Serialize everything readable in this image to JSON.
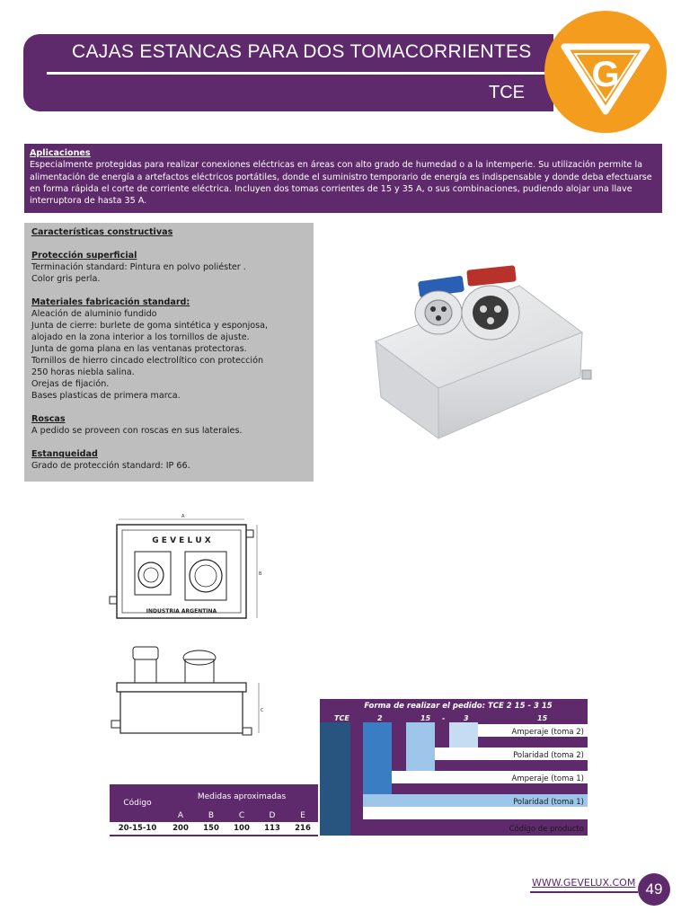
{
  "header": {
    "title": "CAJAS ESTANCAS PARA DOS TOMACORRIENTES",
    "code": "TCE",
    "logo_letter": "G"
  },
  "aplicaciones": {
    "heading": "Aplicaciones",
    "lines": [
      "Especialmente protegidas para realizar conexiones eléctricas en áreas con alto grado de humedad o a la intemperie. Su utilización permite la",
      "alimentación de energía a artefactos eléctricos portátiles, donde el suministro temporario de energía es indispensable y donde deba efectuarse",
      "en forma rápida el corte de corriente eléctrica. Incluyen dos tomas corrientes de 15 y 35 A, o sus combinaciones, pudiendo alojar una llave",
      "interruptora de hasta 35 A."
    ]
  },
  "caracteristicas": {
    "heading": "Características constructivas",
    "sections": [
      {
        "title": "Protección superficial",
        "lines": [
          "Terminación standard: Pintura en polvo poliéster .",
          "Color gris perla."
        ]
      },
      {
        "title": "Materiales fabricación standard:",
        "lines": [
          "Aleación de aluminio fundido",
          "Junta de cierre: burlete de goma sintética y esponjosa,",
          "alojado en la zona interior a los tornillos de ajuste.",
          "Junta de goma plana en las ventanas protectoras.",
          "Tornillos de hierro cincado electrolítico con protección",
          "250 horas niebla salina.",
          "Orejas de fijación.",
          "Bases plasticas de primera marca."
        ]
      },
      {
        "title": "Roscas",
        "lines": [
          "A pedido se proveen con roscas en sus laterales."
        ]
      },
      {
        "title": "Estanqueidad",
        "lines": [
          "Grado de protección standard: IP 66."
        ]
      }
    ]
  },
  "drawing": {
    "brand": "G E V E L U X",
    "maker": "INDUSTRIA ARGENTINA",
    "dim_a": "A",
    "dim_b": "B",
    "dim_c": "C"
  },
  "medidas": {
    "codigo_label": "Código",
    "group_label": "Medidas aproximadas",
    "columns": [
      "A",
      "B",
      "C",
      "D",
      "E"
    ],
    "row": {
      "codigo": "20-15-10",
      "values": [
        "200",
        "150",
        "100",
        "113",
        "216"
      ]
    }
  },
  "pedido": {
    "title": "Forma de realizar el pedido: TCE 2 15 - 3 15",
    "tokens": [
      "TCE",
      "2",
      "15",
      "-",
      "3",
      "15"
    ],
    "labels": [
      "Amperaje (toma 2)",
      "Polaridad (toma 2)",
      "Amperaje (toma 1)",
      "Polaridad (toma 1)",
      "Código de producto"
    ]
  },
  "footer": {
    "url": "WWW.GEVELUX.COM",
    "page": "49"
  },
  "colors": {
    "purple": "#5e2a6b",
    "orange": "#f39c1e",
    "gray_box": "#bebebe",
    "blue_dark": "#27557f",
    "blue_mid": "#3b7dc3",
    "blue_light": "#9ec6ea",
    "blue_pale": "#c6dcf2"
  }
}
